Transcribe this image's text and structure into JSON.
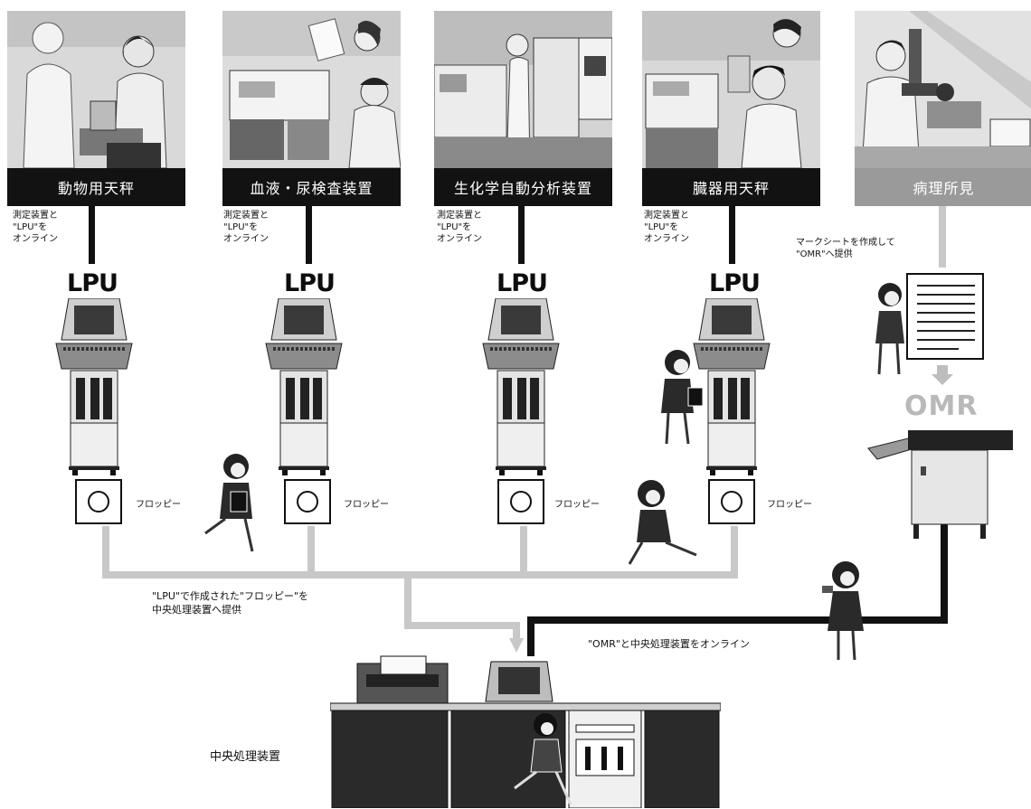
{
  "stations": [
    {
      "label": "動物用天秤",
      "note": "測定装置と\n\"LPU\"を\nオンライン",
      "lpu": "LPU",
      "floppy": "フロッピー"
    },
    {
      "label": "血液・尿検査装置",
      "note": "測定装置と\n\"LPU\"を\nオンライン",
      "lpu": "LPU",
      "floppy": "フロッピー"
    },
    {
      "label": "生化学自動分析装置",
      "note": "測定装置と\n\"LPU\"を\nオンライン",
      "lpu": "LPU",
      "floppy": "フロッピー"
    },
    {
      "label": "臓器用天秤",
      "note": "測定装置と\n\"LPU\"を\nオンライン",
      "lpu": "LPU",
      "floppy": "フロッピー"
    }
  ],
  "pathology": {
    "label": "病理所見",
    "note": "マークシートを作成して\n\"OMR\"へ提供",
    "omr": "OMR"
  },
  "flows": {
    "floppy_note": "\"LPU\"で作成された\"フロッピー\"を\n中央処理装置へ提供",
    "omr_note": "\"OMR\"と中央処理装置をオンライン"
  },
  "central": {
    "label": "中央処理装置"
  },
  "colors": {
    "band": "#121212",
    "band_gray": "#9a9a9a",
    "flow_line": "#c8c8c8",
    "online_line": "#111111"
  }
}
